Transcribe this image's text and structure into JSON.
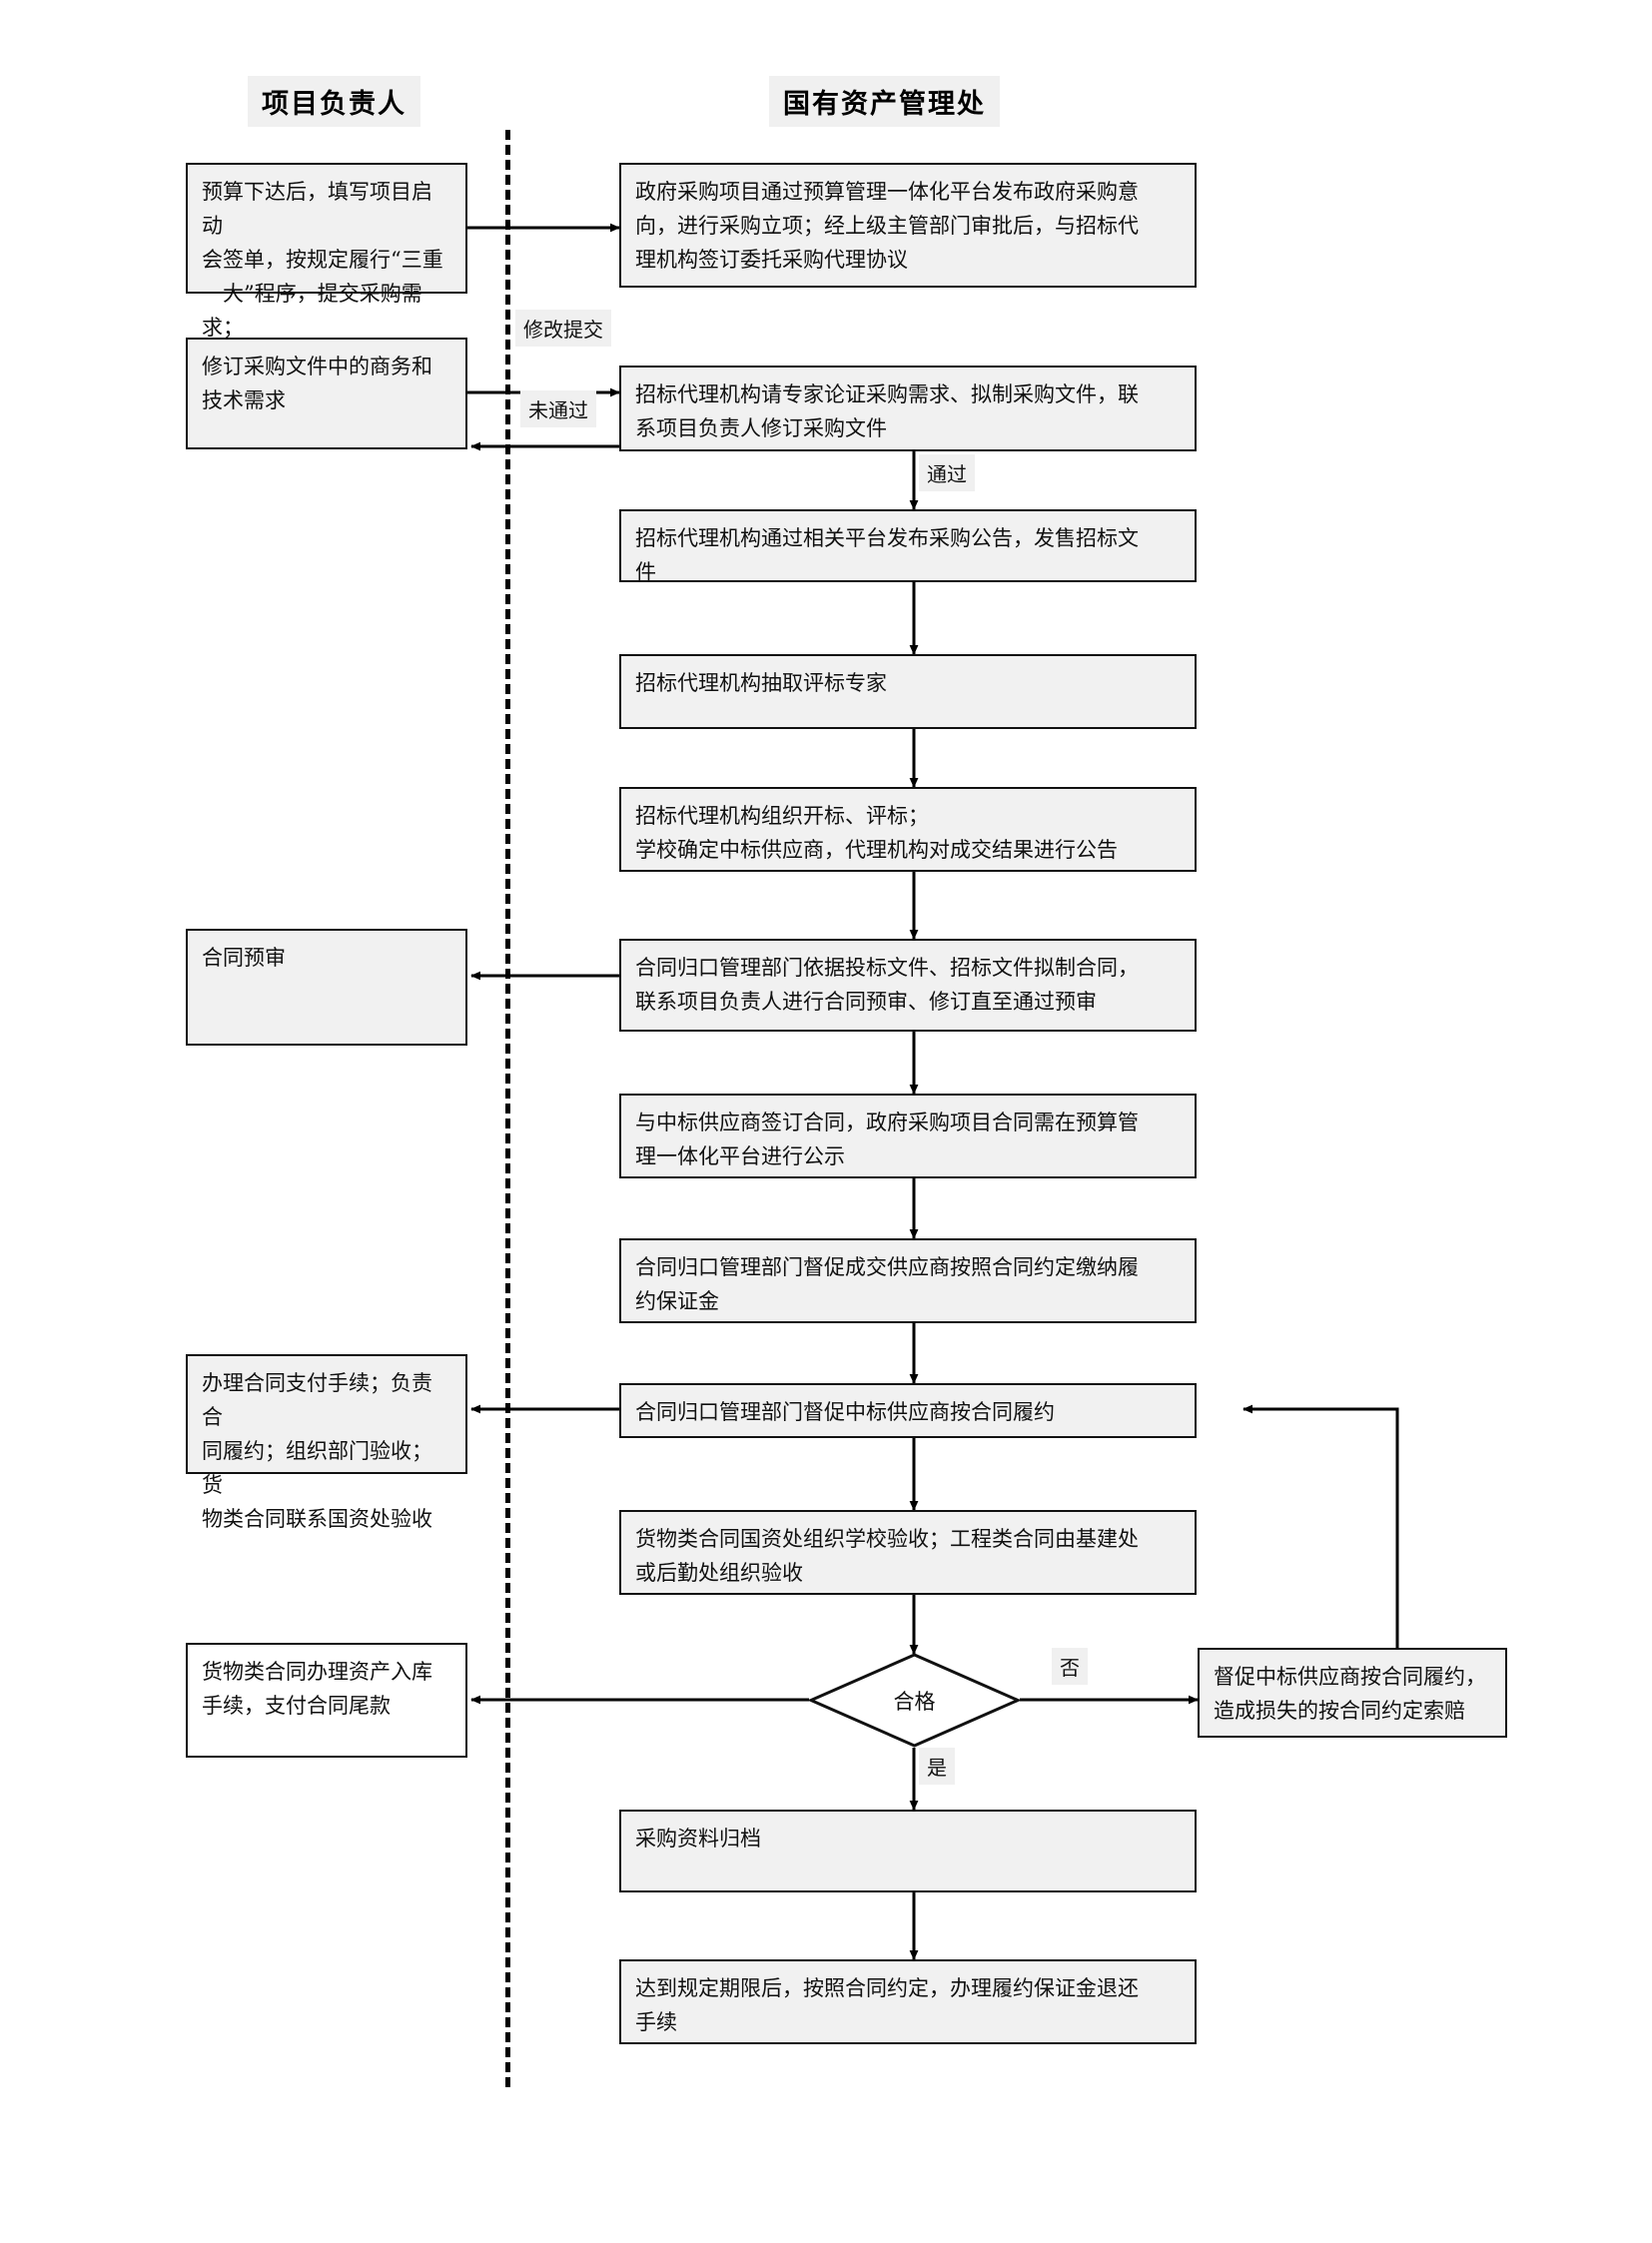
{
  "diagram": {
    "title_lane_left": "项目负责人",
    "title_lane_right": "国有资产管理处",
    "type": "flowchart",
    "orientation": "vertical"
  },
  "lanes": [
    {
      "id": "left",
      "label": "项目负责人"
    },
    {
      "id": "right",
      "label": "国有资产管理处"
    }
  ],
  "nodes": {
    "l1": "预算下达后，填写项目启动\n会签单，按规定履行“三重\n一大”程序，提交采购需求；",
    "l2": "修订采购文件中的商务和\n技术需求",
    "l3": "合同预审",
    "l4": "办理合同支付手续；负责合\n同履约；组织部门验收；货\n物类合同联系国资处验收",
    "l5": "货物类合同办理资产入库\n手续，支付合同尾款",
    "r1": "政府采购项目通过预算管理一体化平台发布政府采购意\n向，进行采购立项；经上级主管部门审批后，与招标代\n理机构签订委托采购代理协议",
    "r2": "招标代理机构请专家论证采购需求、拟制采购文件，联\n系项目负责人修订采购文件",
    "r3": "招标代理机构通过相关平台发布采购公告，发售招标文\n件",
    "r4": "招标代理机构抽取评标专家",
    "r5": "招标代理机构组织开标、评标；\n学校确定中标供应商，代理机构对成交结果进行公告",
    "r6": "合同归口管理部门依据投标文件、招标文件拟制合同，\n联系项目负责人进行合同预审、修订直至通过预审",
    "r7": "与中标供应商签订合同，政府采购项目合同需在预算管\n理一体化平台进行公示",
    "r8": "合同归口管理部门督促成交供应商按照合同约定缴纳履\n约保证金",
    "r9": "合同归口管理部门督促中标供应商按合同履约",
    "r10": "货物类合同国资处组织学校验收；工程类合同由基建处\n或后勤处组织验收",
    "r12": "采购资料归档",
    "r13": "达到规定期限后，按照合同约定，办理履约保证金退还\n手续",
    "d1": "合格",
    "rb1": "督促中标供应商按合同履约，\n造成损失的按合同约定索赔"
  },
  "edge_labels": {
    "modify_submit": "修改提交",
    "not_passed": "未通过",
    "passed": "通过",
    "no": "否",
    "yes": "是"
  },
  "colors": {
    "node_fill": "#f1f1f1",
    "node_stroke": "#111111",
    "label_fill": "#f0f0f0",
    "line": "#000000",
    "page_bg": "#ffffff"
  }
}
